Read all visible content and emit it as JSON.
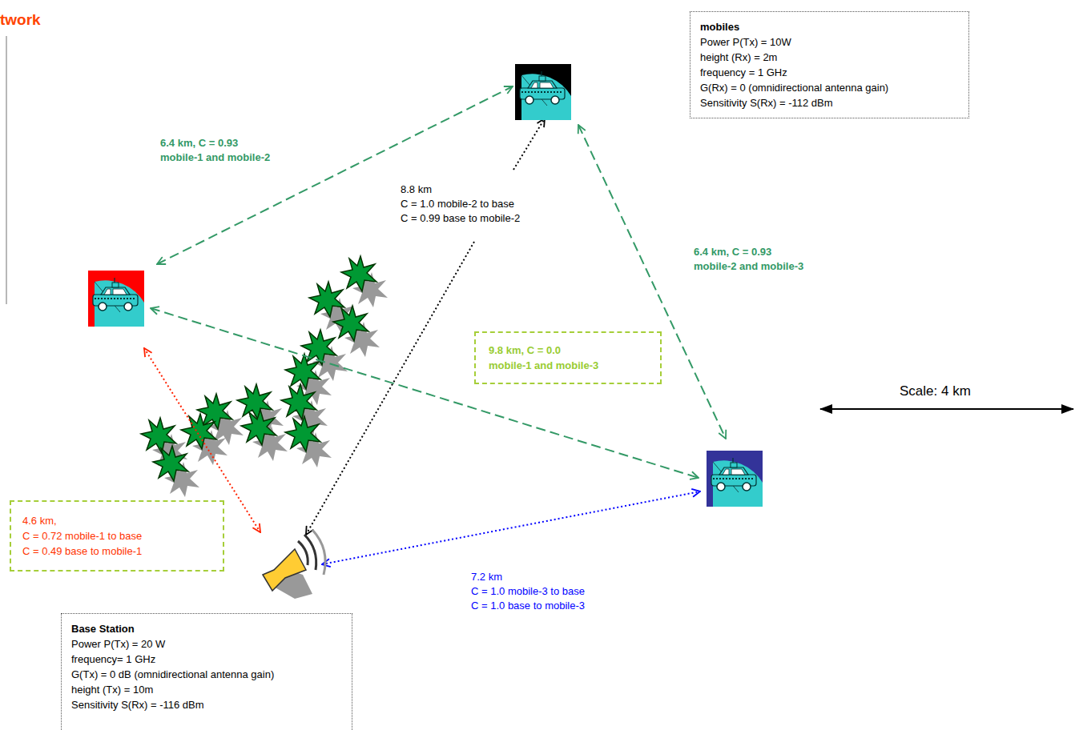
{
  "diagram": {
    "title": "twork",
    "nodes": [
      {
        "text": [
          "mobiles",
          "Power P(Tx) = 10W",
          "height (Rx) = 2m",
          "frequency = 1 GHz",
          "G(Rx) = 0 (omnidirectional antenna gain)",
          "Sensitivity S(Rx) = -112 dBm"
        ]
      },
      {
        "text": [
          "9.8 km, C = 0.0",
          "mobile-1 and mobile-3"
        ]
      },
      {
        "text": [
          "4.6 km,",
          "C = 0.72 mobile-1 to base",
          "C = 0.49 base to mobile-1"
        ]
      },
      {
        "text": [
          "Base Station",
          "Power P(Tx) = 20 W",
          "frequency= 1 GHz",
          "G(Tx) = 0 dB (omnidirectional antenna gain)",
          "height (Tx) = 10m",
          "Sensitivity S(Rx) = -116 dBm"
        ]
      }
    ],
    "labels": [
      "6.4 km, C = 0.93",
      "mobile-1 and mobile-2",
      "8.8 km",
      "C = 1.0 mobile-2 to base",
      "C = 0.99 base to mobile-2",
      "6.4 km, C = 0.93",
      "mobile-2 and mobile-3",
      "7.2 km",
      "C = 1.0 mobile-3 to base",
      "C = 1.0 base to mobile-3",
      "Scale: 4 km"
    ]
  }
}
